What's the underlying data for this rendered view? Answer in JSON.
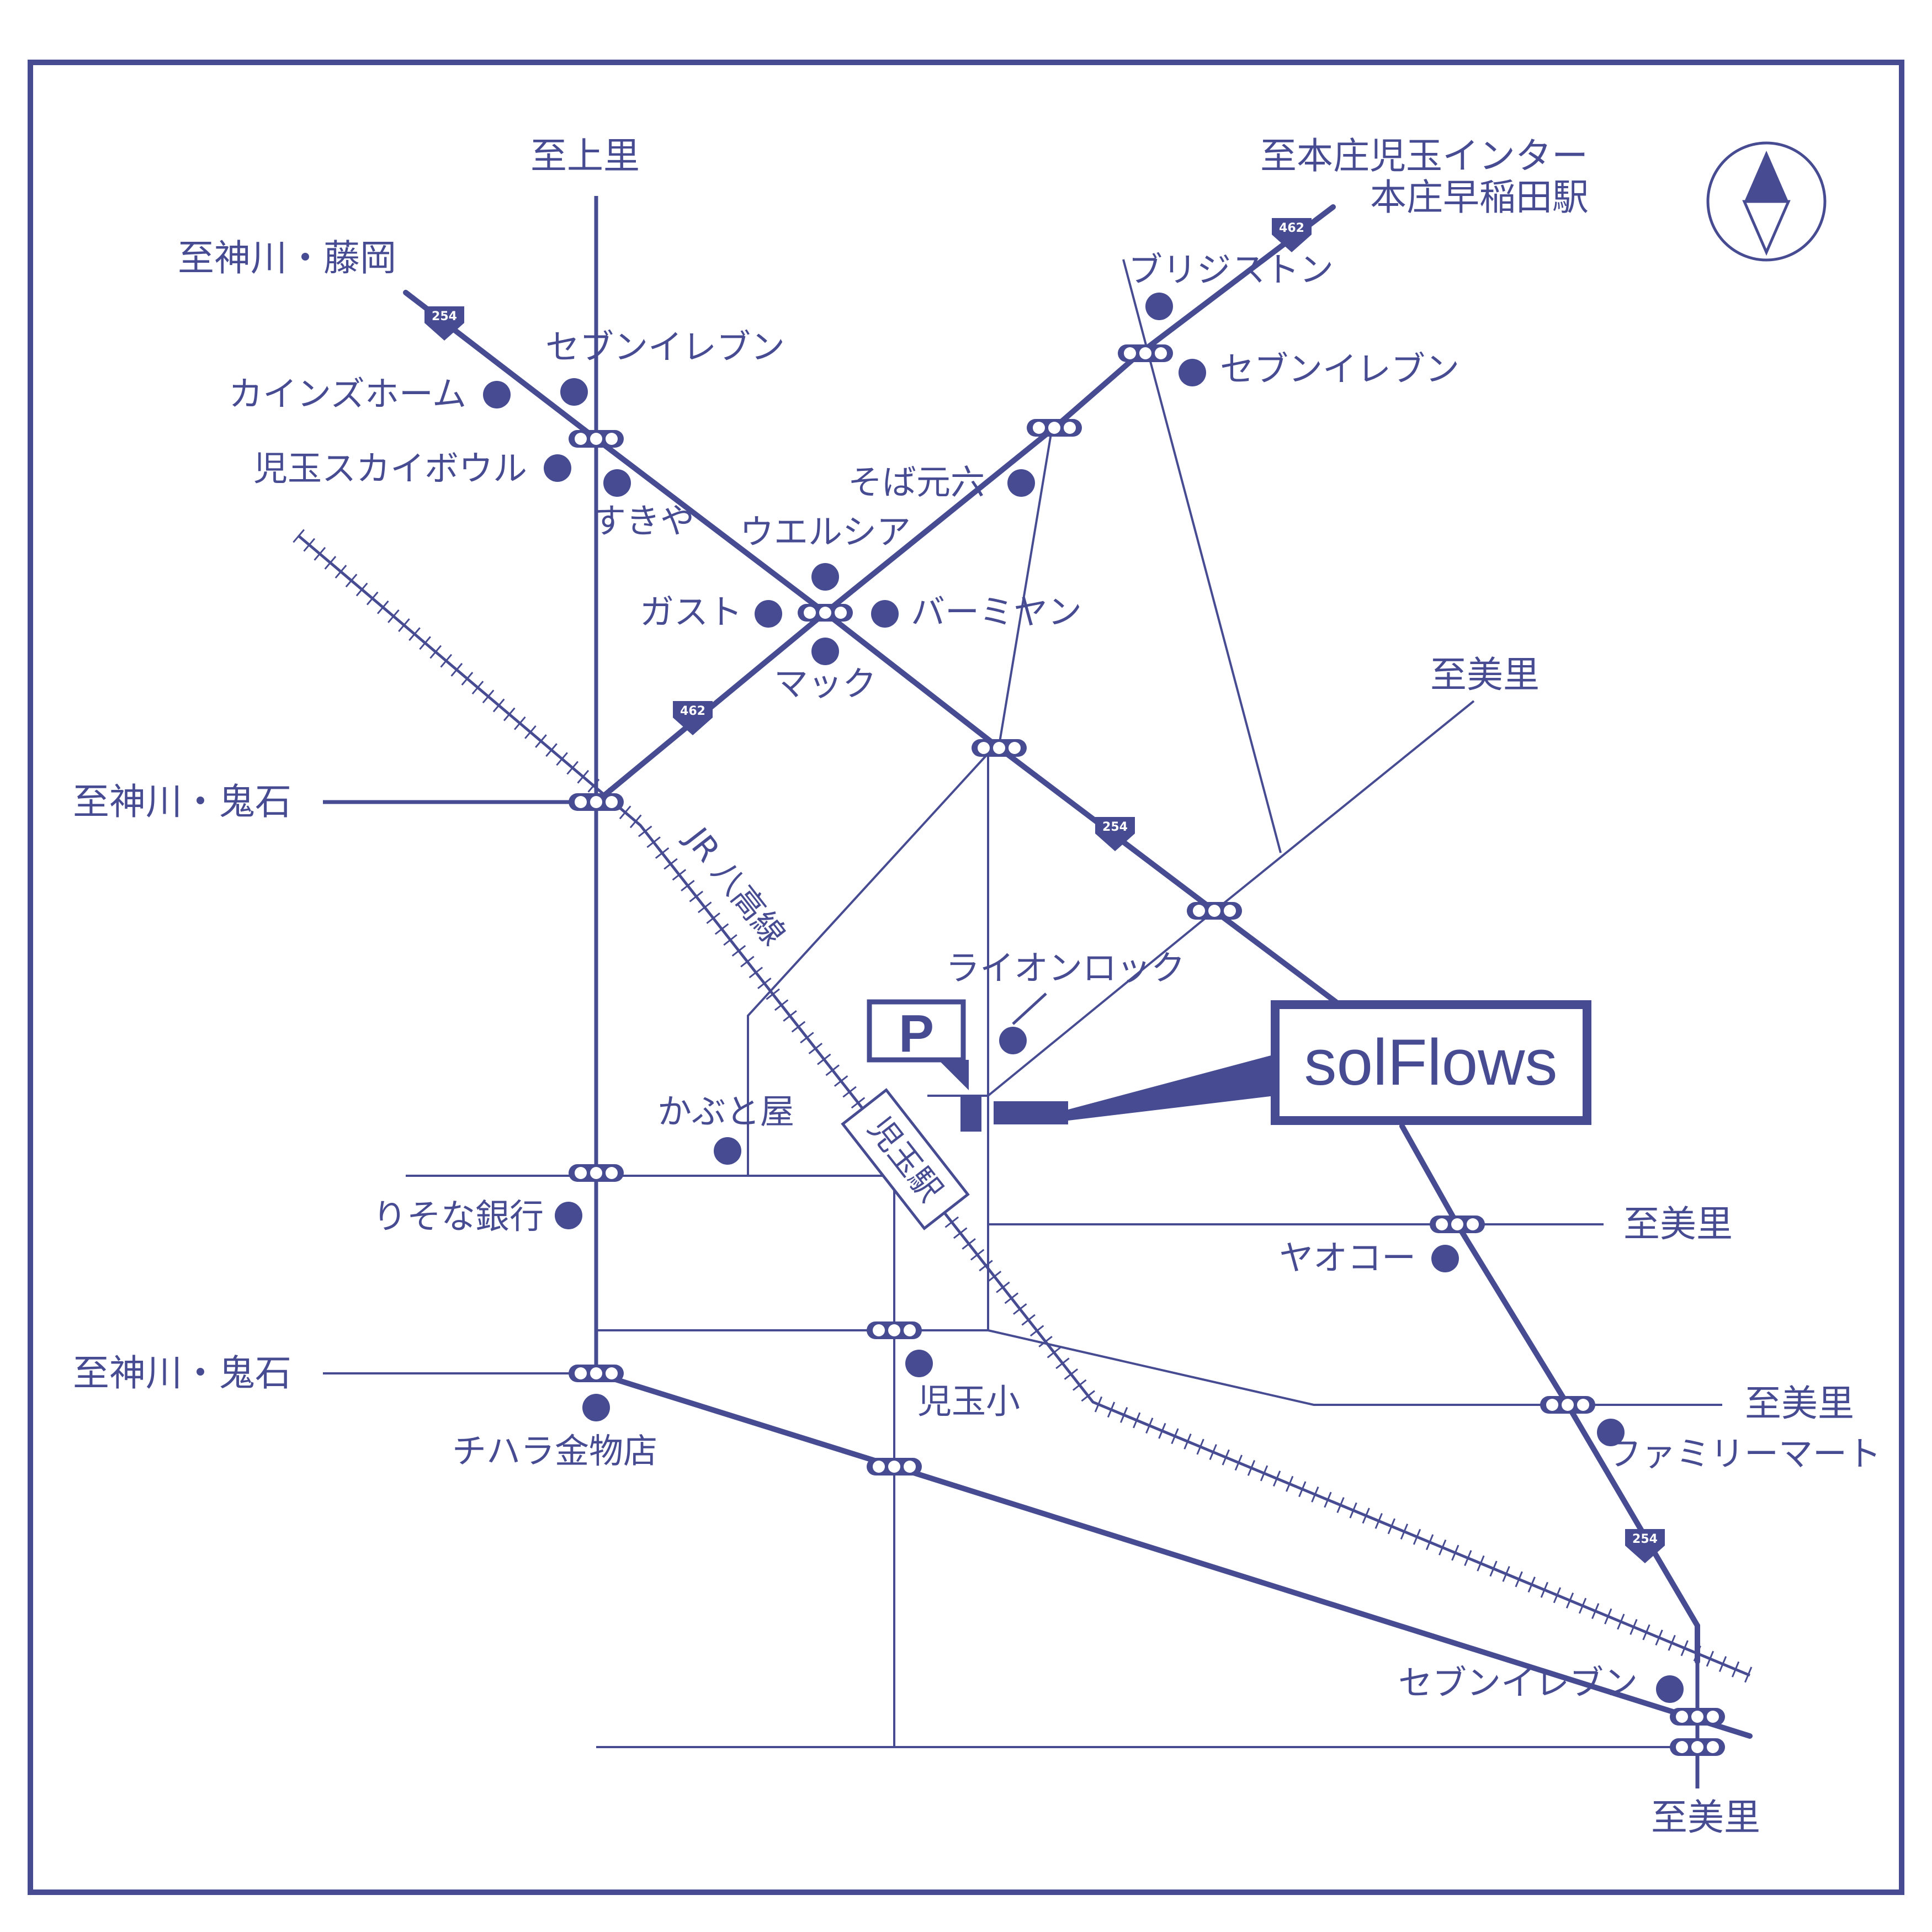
{
  "colors": {
    "ink": "#474c92",
    "background": "#ffffff"
  },
  "compass": {
    "icon": "north-arrow-icon"
  },
  "route_shields": {
    "r254": "254",
    "r462": "462"
  },
  "destinations": {
    "kamisato": "至上里",
    "kamikawa_fujioka": "至神川・藤岡",
    "honjo_kodama_ic_line1": "至本庄児玉インター",
    "honjo_kodama_ic_line2": "本庄早稲田駅",
    "kamikawa_oniishi_1": "至神川・鬼石",
    "kamikawa_oniishi_2": "至神川・鬼石",
    "misato_1": "至美里",
    "misato_2": "至美里",
    "misato_3": "至美里",
    "misato_4": "至美里"
  },
  "railway": {
    "line_name": "JR 八高線",
    "station_name": "児玉駅"
  },
  "landmarks": {
    "bridgestone": "ブリジストン",
    "seven_eleven_ne": "セブンイレブン",
    "seven_eleven_nw": "セブンイレブン",
    "seven_eleven_se": "セブンイレブン",
    "cainz_home": "カインズホーム",
    "kodama_sky_bowl": "児玉スカイボウル",
    "sukiya": "すきや",
    "soba_genroku": "そば元六",
    "welcia": "ウエルシア",
    "gusto": "ガスト",
    "bamiyan": "バーミヤン",
    "mac": "マック",
    "lion_rock": "ライオンロック",
    "kabutoya": "かぶと屋",
    "resona_bank": "りそな銀行",
    "yaoko": "ヤオコー",
    "kodama_elementary": "児玉小",
    "chihara_hardware": "チハラ金物店",
    "family_mart": "ファミリーマート"
  },
  "parking": {
    "label": "P"
  },
  "destination_marker": {
    "brand": "solFlows"
  }
}
